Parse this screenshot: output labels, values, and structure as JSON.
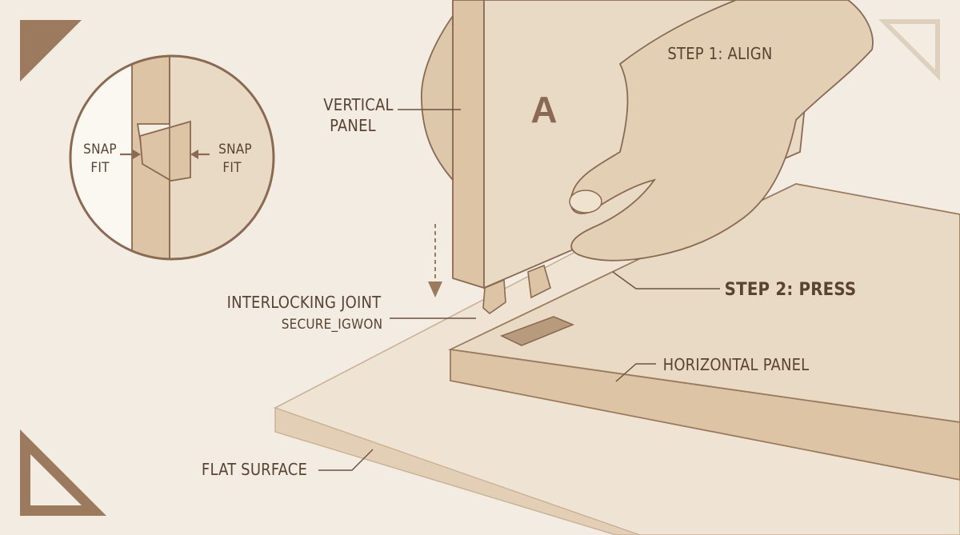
{
  "labels": {
    "step1": "STEP 1: ALIGN",
    "step2": "STEP 2: PRESS",
    "vertical_panel_line1": "VERTICAL",
    "vertical_panel_line2": "PANEL",
    "panel_letter": "A",
    "interlocking_joint": "INTERLOCKING JOINT",
    "secure_text": "SECURE_IGWON",
    "horizontal_panel": "HORIZONTAL PANEL",
    "flat_surface": "FLAT SURFACE",
    "snap_fit_left_line1": "SNAP",
    "snap_fit_left_line2": "FIT",
    "snap_fit_right_line1": "SNAP",
    "snap_fit_right_line2": "FIT"
  },
  "colors": {
    "background": "#f2ece3",
    "panel_fill": "#e9dac6",
    "panel_edge": "#d8c1a3",
    "outline": "#8a6a52",
    "text": "#5a4332",
    "accent_dark": "#9b7a5e"
  }
}
